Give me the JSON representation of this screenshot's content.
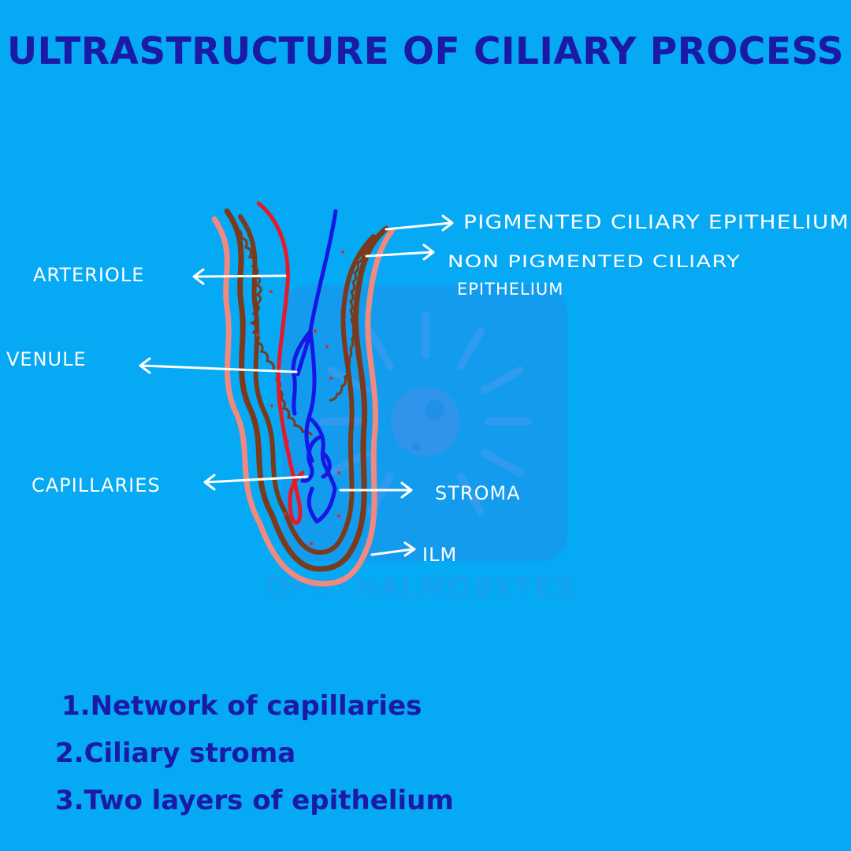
{
  "title": "ULTRASTRUCTURE OF CILIARY PROCESS",
  "labels": {
    "pigmented": "PIGMENTED CILIARY EPITHELIUM",
    "nonpigmented_line1": "NON PIGMENTED CILIARY",
    "nonpigmented_line2": "EPITHELIUM",
    "arteriole": "ARTERIOLE",
    "venule": "VENULE",
    "capillaries": "CAPILLARIES",
    "stroma": "STROMA",
    "ilm": "ILM"
  },
  "watermark": "OPHTHALMOBYTES",
  "list": [
    {
      "num": "1.",
      "text": "Network of capillaries"
    },
    {
      "num": "2.",
      "text": "Ciliary stroma"
    },
    {
      "num": "3.",
      "text": "Two layers of epithelium"
    }
  ],
  "colors": {
    "background": "#05a9f4",
    "title": "#1a1aa6",
    "pigmented_layer": "#7a3a1c",
    "ilm_layer": "#f08a80",
    "arteriole": "#e8182b",
    "venule": "#1616e6",
    "label_white": "#ffffff"
  },
  "icons": [
    "eye-logo-icon"
  ]
}
